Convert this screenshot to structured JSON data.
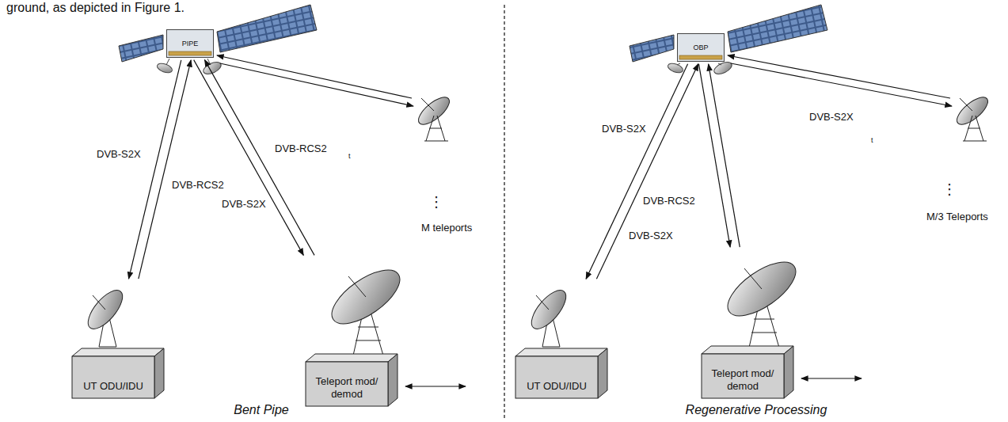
{
  "diagram": {
    "nodes": [
      {
        "text": [
          "PIPE"
        ]
      },
      {
        "text": [
          "UT ODU/IDU"
        ]
      },
      {
        "text": [
          "Teleport mod/ demod"
        ]
      },
      {
        "text": [
          "OBP"
        ]
      },
      {
        "text": [
          "UT ODU/IDU"
        ]
      },
      {
        "text": [
          "Teleport mod/ demod"
        ]
      }
    ],
    "edges": [
      {
        "from": 0,
        "to": 1,
        "arrow": "to",
        "label": "DVB-S2X"
      },
      {
        "from": 1,
        "to": 0,
        "arrow": "to",
        "label": "DVB-RCS2"
      },
      {
        "from": 2,
        "to": 0,
        "arrow": "to",
        "label": "DVB-RCS2"
      },
      {
        "from": 0,
        "to": 2,
        "arrow": "to",
        "label": "DVB-S2X"
      },
      {
        "from": 3,
        "to": 4,
        "arrow": "to",
        "label": "DVB-S2X"
      },
      {
        "from": 4,
        "to": 3,
        "arrow": "to",
        "label": "DVB-RCS2"
      },
      {
        "from": 5,
        "to": 3,
        "arrow": "to",
        "label": "DVB-S2X"
      },
      {
        "from": 3,
        "to": 5,
        "arrow": "to",
        "label": "DVB-S2X"
      }
    ],
    "labels": [
      "ground, as depicted in Figure 1.",
      "t",
      "⋮",
      "M teleports",
      "Bent Pipe",
      "t",
      "⋮",
      "M/3 Teleports",
      "Regenerative Processing"
    ]
  }
}
